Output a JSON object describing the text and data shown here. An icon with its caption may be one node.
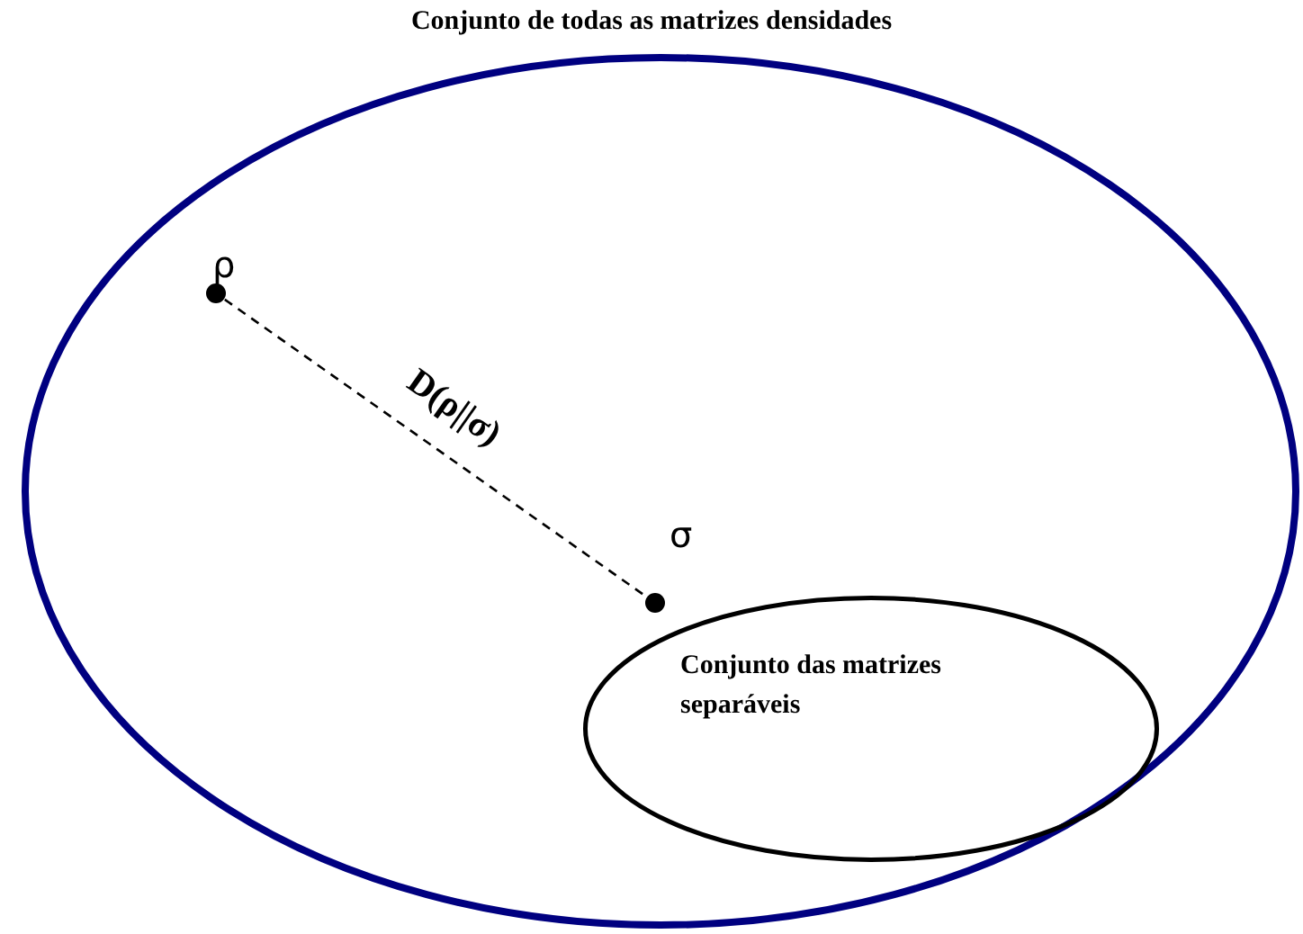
{
  "diagram": {
    "nodes": [
      {
        "text": [
          "Conjunto de todas as matrizes densidades"
        ]
      },
      {
        "text": [
          "ρ"
        ],
        "in": 0
      },
      {
        "text": [
          "Conjunto das matrizes separáveis"
        ],
        "in": 0
      },
      {
        "text": [
          "σ"
        ],
        "in": 0
      }
    ],
    "edges": [
      {
        "from": 1,
        "to": 3,
        "arrow": "none",
        "style": "dashed",
        "label": "D(ρ||σ)"
      }
    ]
  }
}
